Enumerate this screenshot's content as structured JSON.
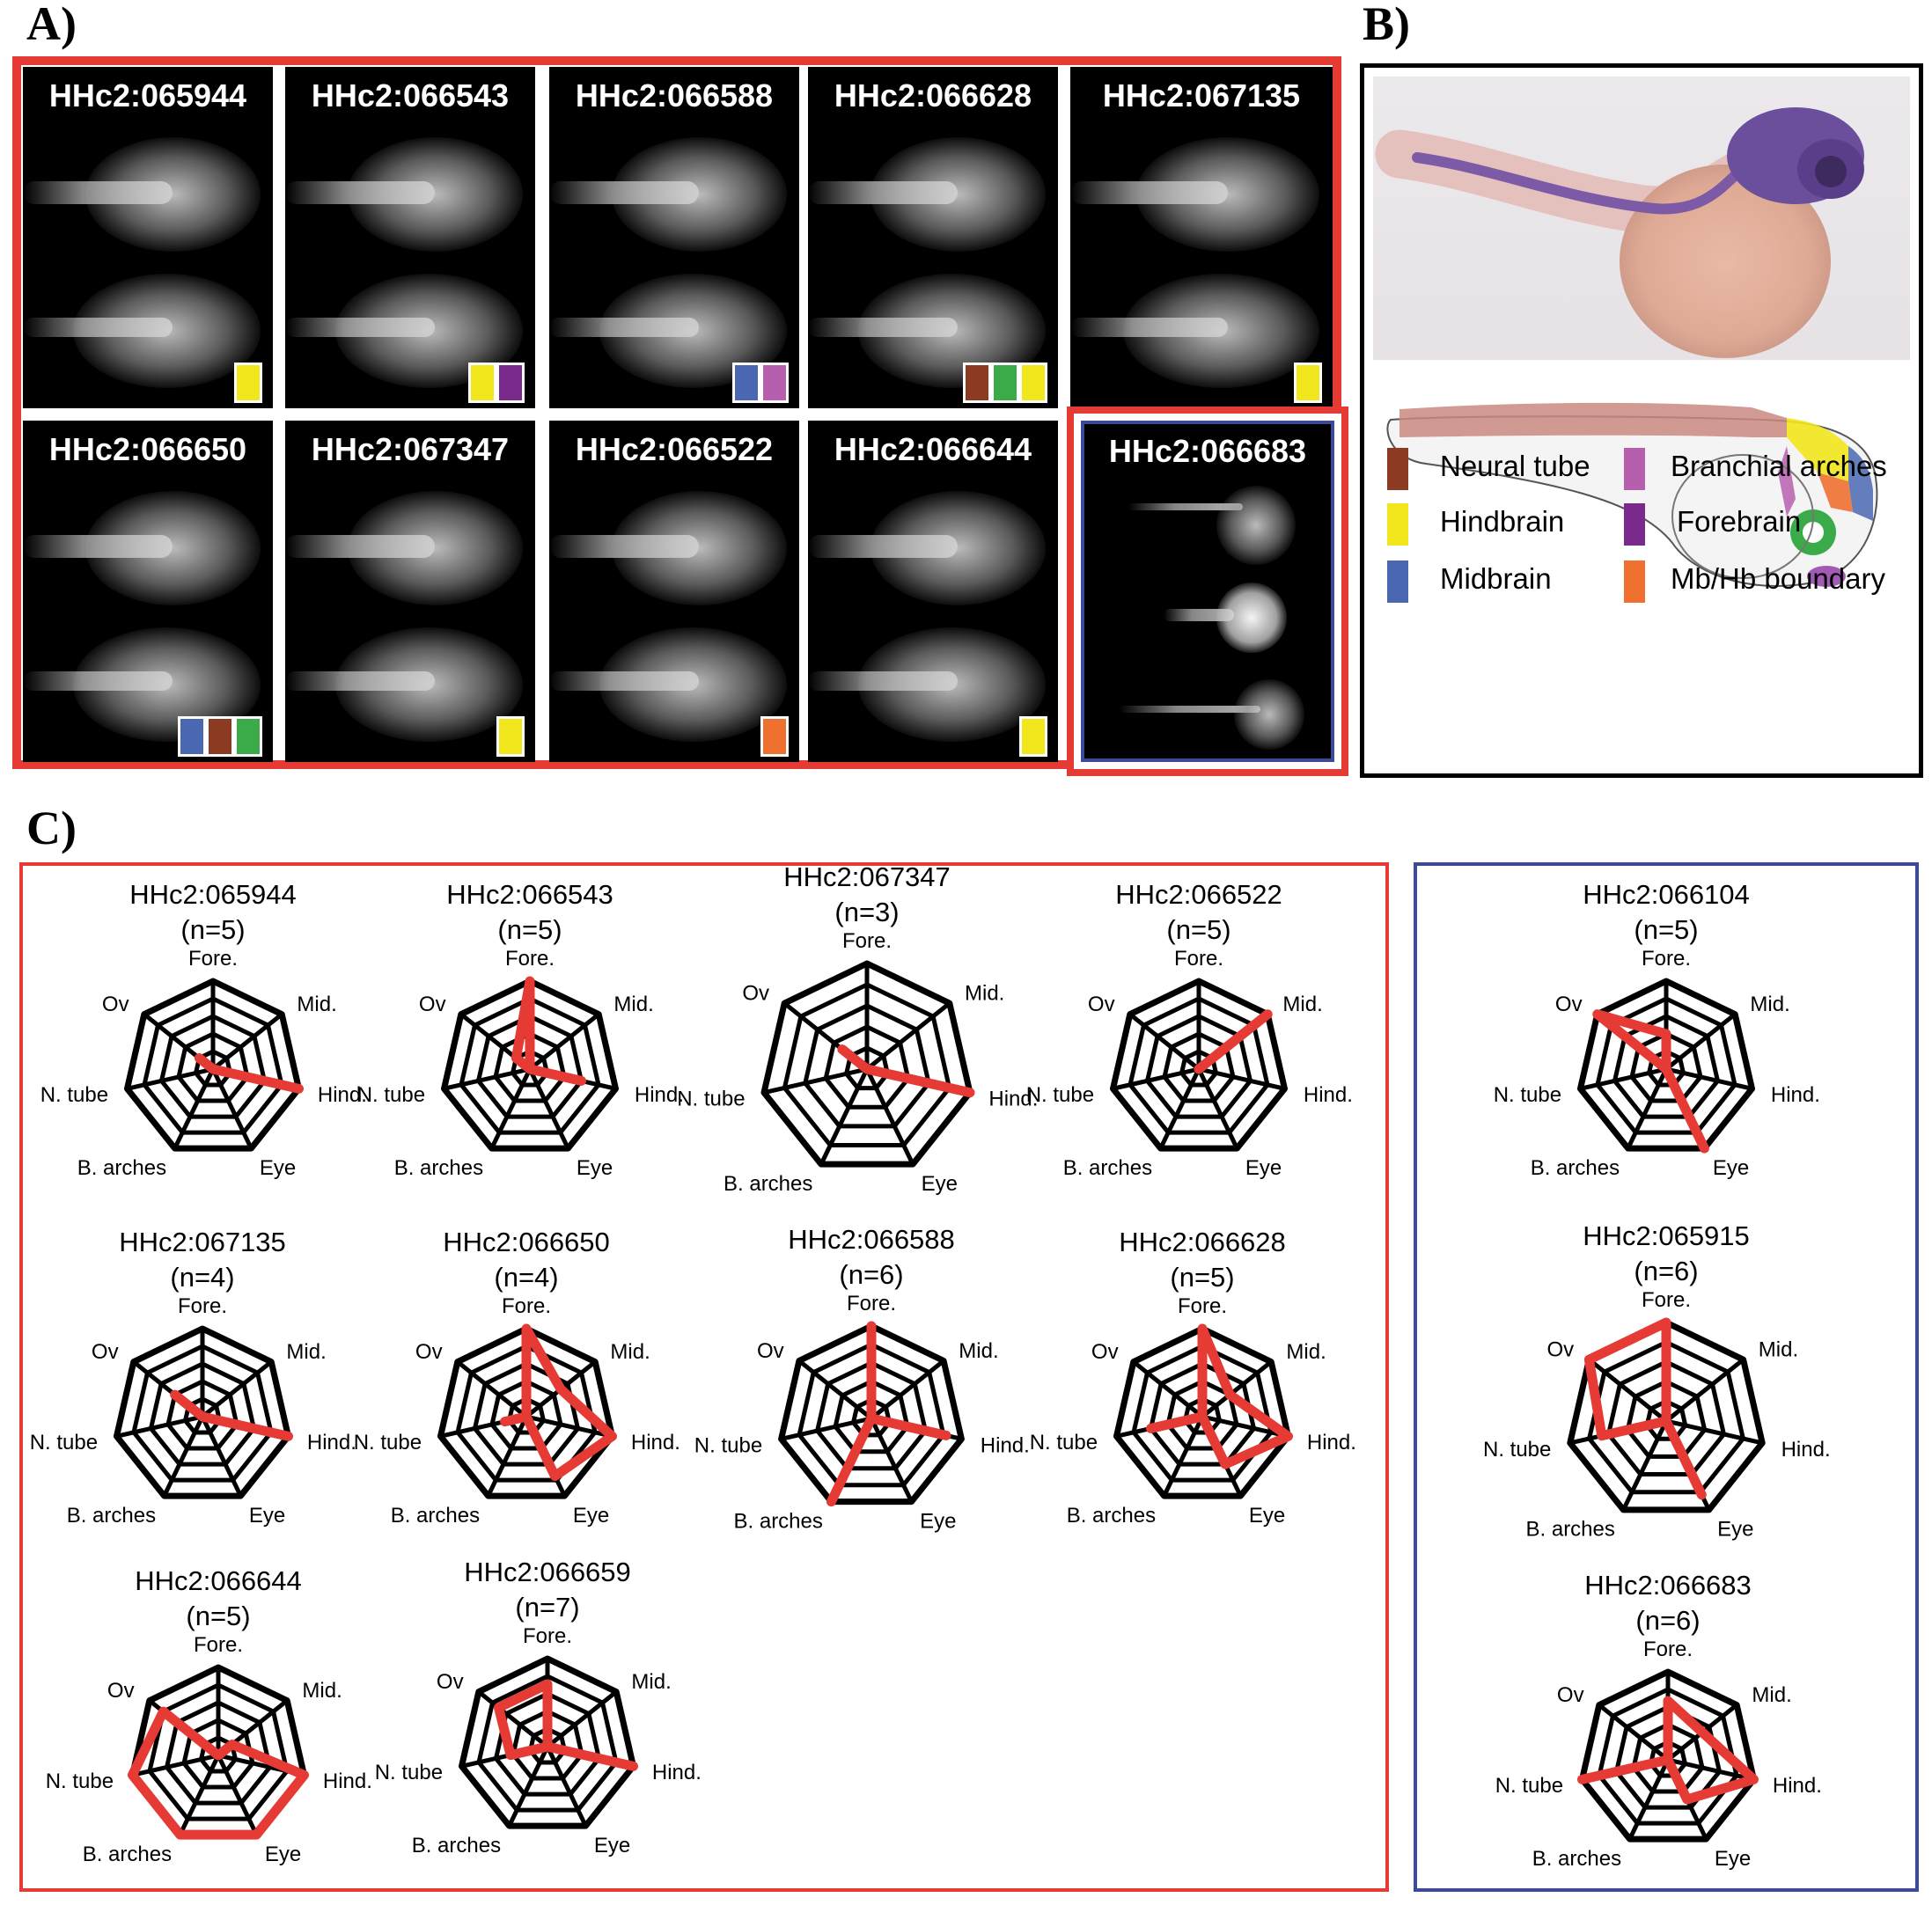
{
  "panels": {
    "a": "A)",
    "b": "B)",
    "c": "C)"
  },
  "panel_a": {
    "tiles": [
      {
        "label": "HHc2:065944",
        "swatches": [
          "#f2e71c"
        ]
      },
      {
        "label": "HHc2:066543",
        "swatches": [
          "#f2e71c",
          "#7a2a8c"
        ]
      },
      {
        "label": "HHc2:066588",
        "swatches": [
          "#4a67b1",
          "#b75fae"
        ]
      },
      {
        "label": "HHc2:066628",
        "swatches": [
          "#8c3a22",
          "#3aab48",
          "#f2e71c"
        ]
      },
      {
        "label": "HHc2:067135",
        "swatches": [
          "#f2e71c"
        ]
      },
      {
        "label": "HHc2:066650",
        "swatches": [
          "#4a67b1",
          "#8c3a22",
          "#3aab48"
        ]
      },
      {
        "label": "HHc2:067347",
        "swatches": [
          "#f2e71c"
        ]
      },
      {
        "label": "HHc2:066522",
        "swatches": [
          "#f07030"
        ]
      },
      {
        "label": "HHc2:066644",
        "swatches": [
          "#f2e71c"
        ]
      }
    ],
    "negative_tile": {
      "label": "HHc2:066683"
    }
  },
  "panel_b": {
    "legend": [
      {
        "label": "Neural tube",
        "color": "#8c3a22"
      },
      {
        "label": "Hindbrain",
        "color": "#f2e71c"
      },
      {
        "label": "Midbrain",
        "color": "#4a67b1"
      },
      {
        "label": "Branchial arches",
        "color": "#b75fae"
      },
      {
        "label": "Forebrain",
        "color": "#7a2a8c"
      },
      {
        "label": "Mb/Hb boundary",
        "color": "#f07030"
      }
    ]
  },
  "chart_data": {
    "type": "radar",
    "axes": [
      "Fore.",
      "Mid.",
      "Hind.",
      "Eye",
      "B. arches",
      "N. tube",
      "Ov"
    ],
    "rings": 5,
    "range": [
      0,
      1
    ],
    "line_color": "#e63a35",
    "radars": [
      {
        "name": "HHc2:065944",
        "n": "(n=5)",
        "group": "red",
        "values": [
          0.0,
          0.0,
          1.0,
          0.0,
          0.0,
          0.0,
          0.2
        ]
      },
      {
        "name": "HHc2:066543",
        "n": "(n=5)",
        "group": "red",
        "values": [
          1.0,
          0.0,
          0.6,
          0.0,
          0.0,
          0.0,
          0.2
        ]
      },
      {
        "name": "HHc2:067347",
        "n": "(n=3)",
        "group": "red",
        "values": [
          0.0,
          0.0,
          1.0,
          0.0,
          0.0,
          0.0,
          0.3
        ]
      },
      {
        "name": "HHc2:066522",
        "n": "(n=5)",
        "group": "red",
        "values": [
          0.0,
          1.0,
          0.0,
          0.0,
          0.0,
          0.0,
          0.0
        ]
      },
      {
        "name": "HHc2:067135",
        "n": "(n=4)",
        "group": "red",
        "values": [
          0.0,
          0.0,
          1.0,
          0.0,
          0.0,
          0.0,
          0.4
        ]
      },
      {
        "name": "HHc2:066650",
        "n": "(n=4)",
        "group": "red",
        "values": [
          1.0,
          0.5,
          1.0,
          0.75,
          0.0,
          0.25,
          0.0
        ]
      },
      {
        "name": "HHc2:066588",
        "n": "(n=6)",
        "group": "red",
        "values": [
          1.0,
          0.0,
          0.83,
          0.0,
          1.0,
          0.0,
          0.0
        ]
      },
      {
        "name": "HHc2:066628",
        "n": "(n=5)",
        "group": "red",
        "values": [
          1.0,
          0.4,
          1.0,
          0.6,
          0.0,
          0.6,
          0.0
        ]
      },
      {
        "name": "HHc2:066644",
        "n": "(n=5)",
        "group": "red",
        "values": [
          0.0,
          0.2,
          1.0,
          1.0,
          1.0,
          1.0,
          0.8
        ]
      },
      {
        "name": "HHc2:066659",
        "n": "(n=7)",
        "group": "red",
        "values": [
          0.71,
          0.0,
          1.0,
          0.0,
          0.0,
          0.43,
          0.71
        ]
      },
      {
        "name": "HHc2:066104",
        "n": "(n=5)",
        "group": "blue",
        "values": [
          0.4,
          0.0,
          0.0,
          1.0,
          0.0,
          0.0,
          1.0
        ]
      },
      {
        "name": "HHc2:065915",
        "n": "(n=6)",
        "group": "blue",
        "values": [
          1.0,
          0.0,
          0.0,
          0.83,
          0.0,
          0.67,
          1.0
        ]
      },
      {
        "name": "HHc2:066683",
        "n": "(n=6)",
        "group": "blue",
        "values": [
          0.67,
          0.5,
          1.0,
          0.5,
          0.0,
          1.0,
          0.0
        ]
      }
    ]
  }
}
